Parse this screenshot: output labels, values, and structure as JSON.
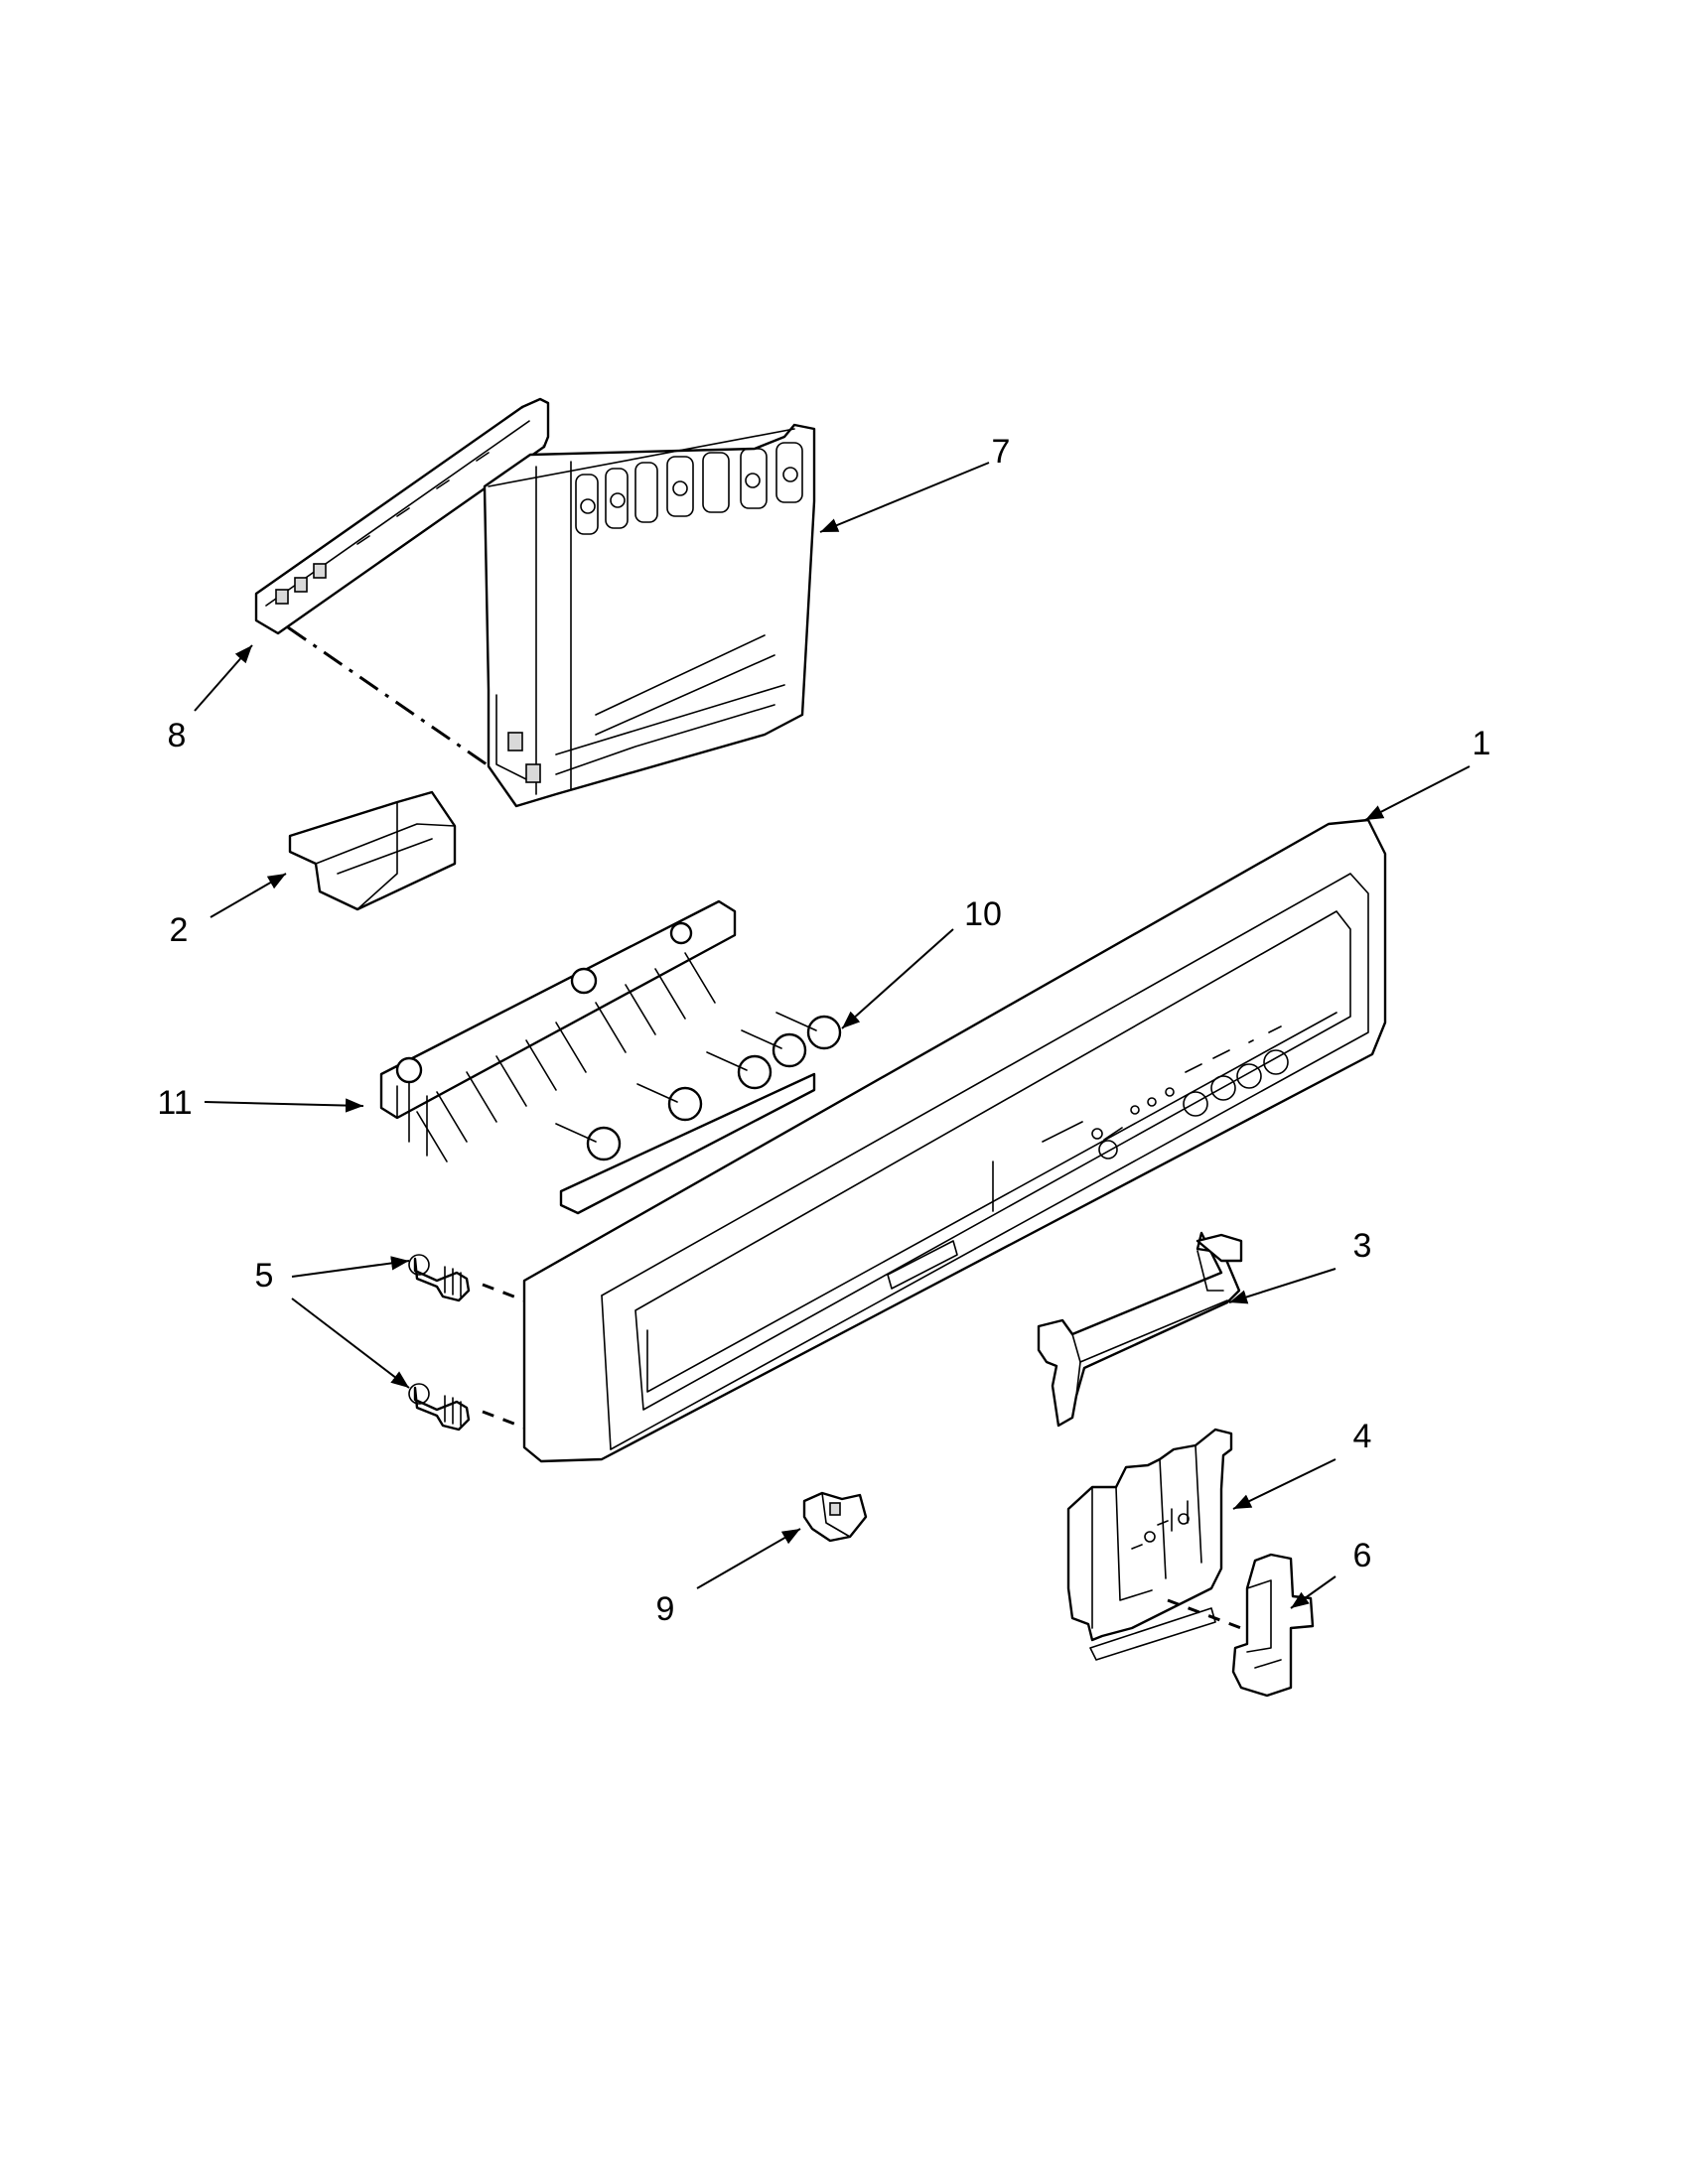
{
  "colors": {
    "line": "#000000",
    "background": "#ffffff",
    "shade": "#d9d9d9"
  },
  "callouts": {
    "c1": "1",
    "c2": "2",
    "c3": "3",
    "c4": "4",
    "c5": "5",
    "c6": "6",
    "c7": "7",
    "c8": "8",
    "c9": "9",
    "c10": "10",
    "c11": "11"
  }
}
